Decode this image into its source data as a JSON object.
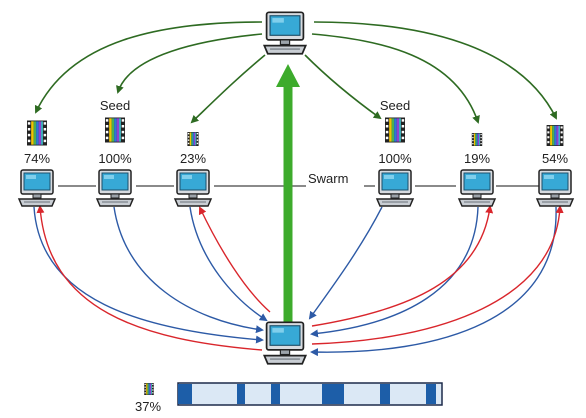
{
  "swarm_label": "Swarm",
  "progress_label": "37%",
  "progress_value": 0.37,
  "peers": [
    {
      "id": "peer-1",
      "percent": "74%",
      "seed_label": "",
      "bar": 0.74
    },
    {
      "id": "peer-2",
      "percent": "100%",
      "seed_label": "Seed",
      "bar": 1.0
    },
    {
      "id": "peer-3",
      "percent": "23%",
      "seed_label": "",
      "bar": 0.23
    },
    {
      "id": "peer-4",
      "percent": "100%",
      "seed_label": "Seed",
      "bar": 1.0
    },
    {
      "id": "peer-5",
      "percent": "19%",
      "seed_label": "",
      "bar": 0.19
    },
    {
      "id": "peer-6",
      "percent": "54%",
      "seed_label": "",
      "bar": 0.54
    }
  ],
  "colors": {
    "tracker_arrow": "#2e6b22",
    "upload_arrow": "#3dab2c",
    "download_blue": "#2d5aa6",
    "upload_red": "#d9262c",
    "swarm_line": "#8a8a8a",
    "progress_fill": "#1d5ea8",
    "progress_empty": "#dbe8f5"
  },
  "icons": {
    "tracker": "computer-icon",
    "peer": "computer-icon",
    "client": "computer-icon",
    "file": "film-file-icon"
  }
}
